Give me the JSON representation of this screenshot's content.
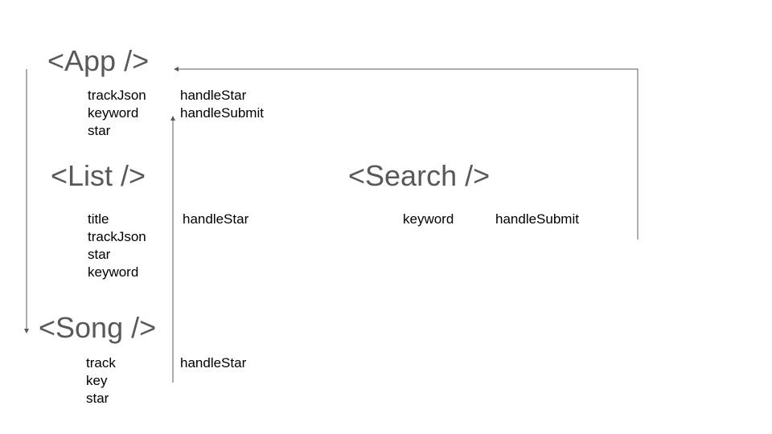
{
  "app": {
    "title": "<App />",
    "props": [
      "trackJson",
      "keyword",
      "star"
    ],
    "handlers": [
      "handleStar",
      "handleSubmit"
    ]
  },
  "list": {
    "title": "<List />",
    "props": [
      "title",
      "trackJson",
      "star",
      "keyword"
    ],
    "handlers": [
      "handleStar"
    ]
  },
  "search": {
    "title": "<Search />",
    "props": [
      "keyword"
    ],
    "handlers": [
      "handleSubmit"
    ]
  },
  "song": {
    "title": "<Song />",
    "props": [
      "track",
      "key",
      "star"
    ],
    "handlers": [
      "handleStar"
    ]
  },
  "colors": {
    "title": "#595959",
    "text": "#000000",
    "line": "#595959"
  }
}
